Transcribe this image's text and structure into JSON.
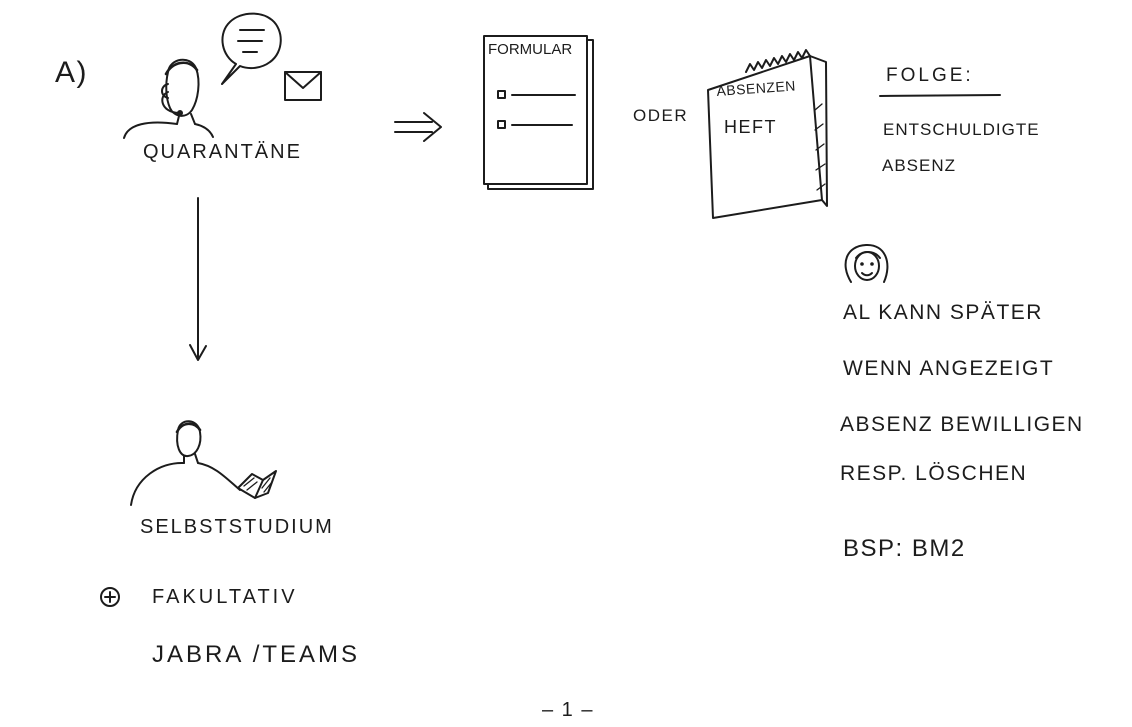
{
  "section_label": "A)",
  "left": {
    "quarantine_label": "QUARANTÄNE",
    "self_study_label": "SELBSTSTUDIUM",
    "optional_label": "FAKULTATIV",
    "tools_label": "JABRA /TEAMS"
  },
  "middle": {
    "form_title": "FORMULAR",
    "or_label": "ODER",
    "booklet_line1": "ABSENZEN",
    "booklet_line2": "HEFT"
  },
  "right": {
    "consequence_title": "FOLGE:",
    "consequence_lines": [
      "ENTSCHULDIGTE",
      "ABSENZ"
    ],
    "note_lines": [
      "AL KANN SPÄTER",
      "WENN ANGEZEIGT",
      "ABSENZ BEWILLIGEN",
      "RESP. LÖSCHEN"
    ],
    "example": "BSP: BM2"
  },
  "page_number": "– 1 –",
  "icons": [
    "person-headset-icon",
    "speech-bubble-icon",
    "envelope-icon",
    "double-arrow-right-icon",
    "form-sheet-icon",
    "booklet-icon",
    "down-arrow-icon",
    "woman-avatar-icon",
    "person-reading-icon",
    "plus-circle-icon"
  ],
  "colors": {
    "ink": "#1c1c1c",
    "paper": "#ffffff"
  }
}
